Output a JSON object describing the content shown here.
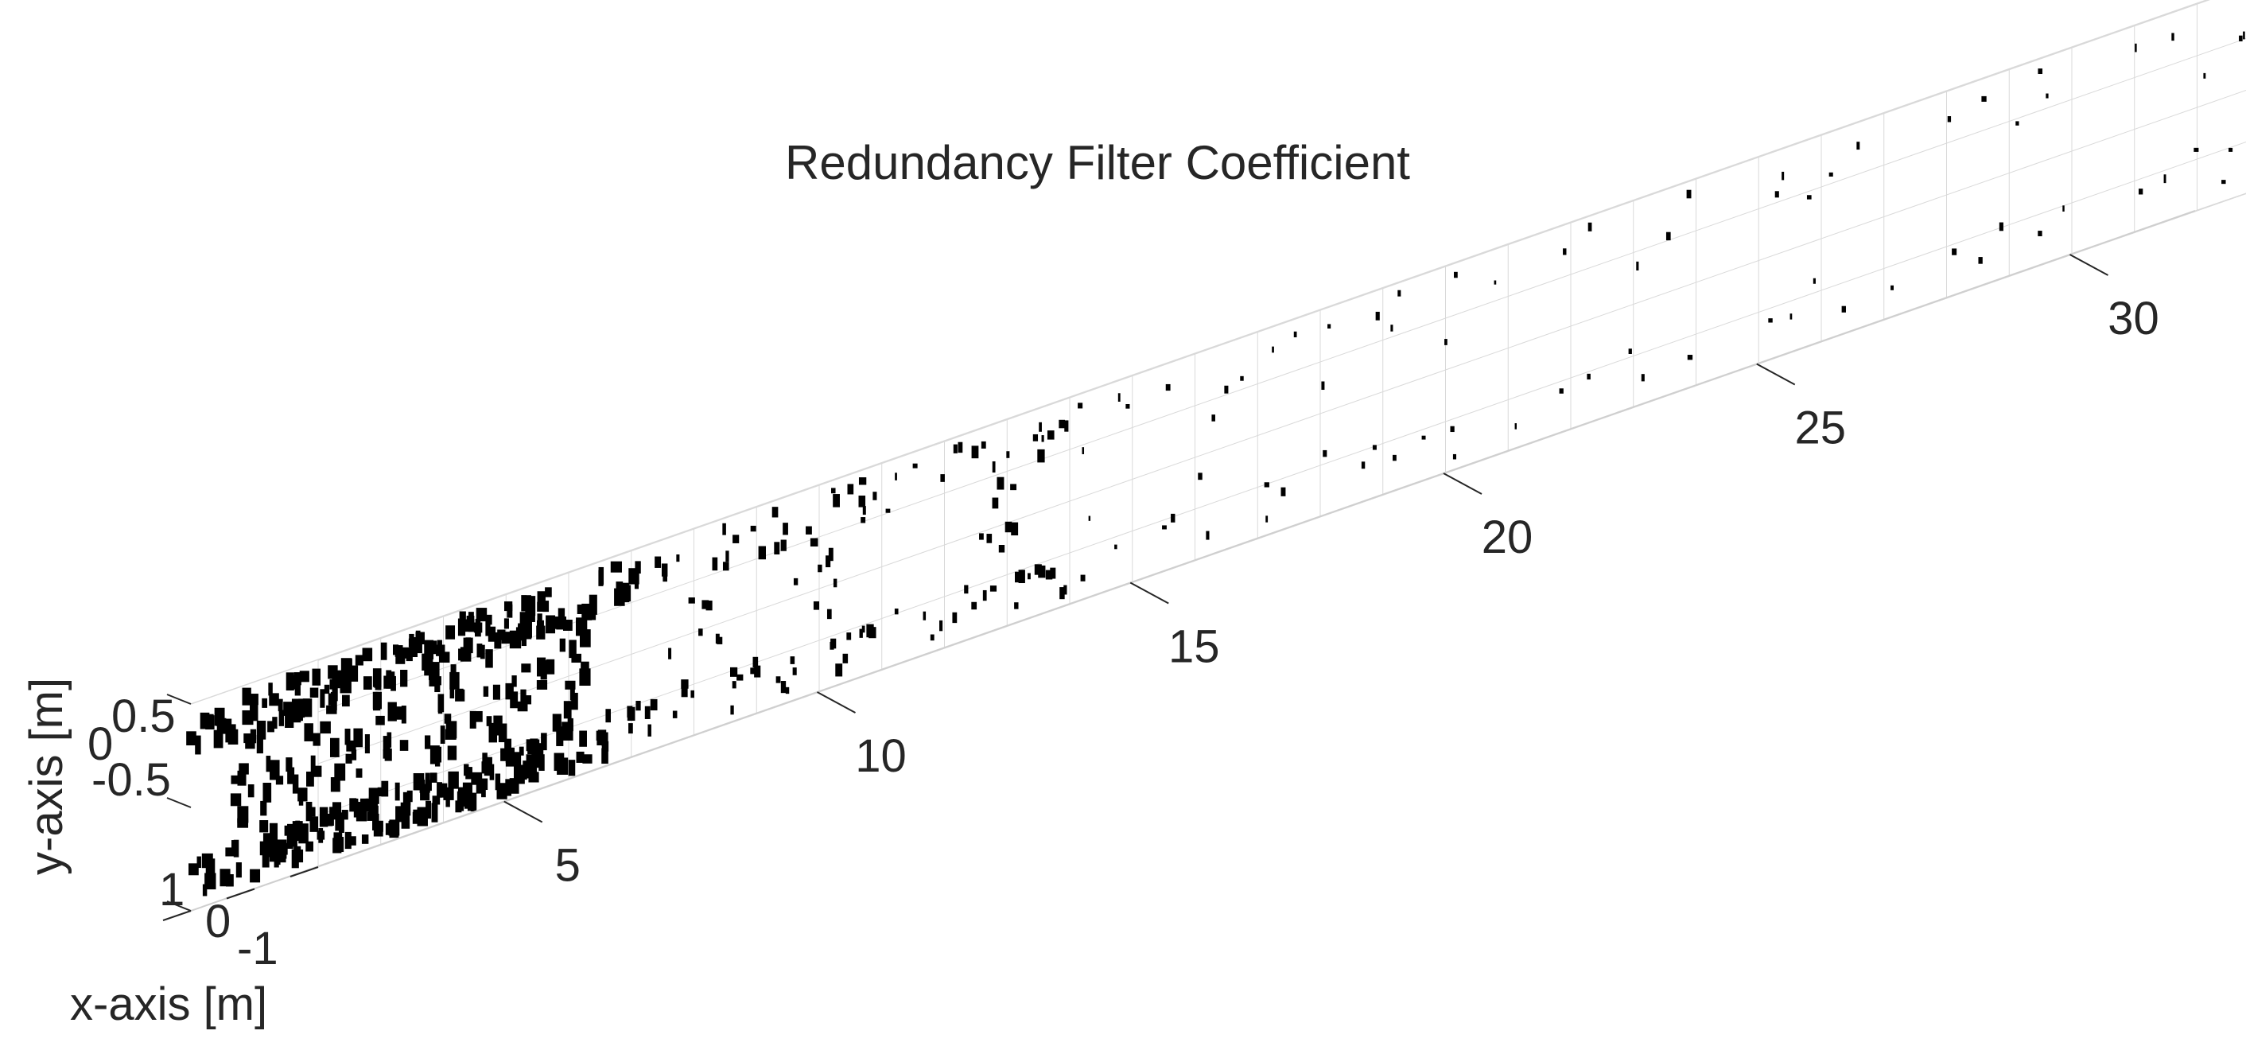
{
  "chart_data": {
    "type": "scatter",
    "title": "Redundancy Filter Coefficient",
    "xlabel": "x-axis [m]",
    "ylabel": "y-axis [m]",
    "zlabel": "",
    "x_ticks": [
      "-1",
      "0",
      "1"
    ],
    "y_ticks": [
      "-0.5",
      "0",
      "0.5"
    ],
    "z_ticks": [
      "5",
      "10",
      "15",
      "20",
      "25",
      "30"
    ],
    "xlim": [
      -1,
      1
    ],
    "ylim": [
      -0.5,
      0.5
    ],
    "zlim": [
      0,
      32
    ],
    "grid": true,
    "marker_color": "#000000",
    "grid_color": "#d9d9d9",
    "slices": [
      {
        "z": 0,
        "density": "dense"
      },
      {
        "z": 1,
        "density": "dense"
      },
      {
        "z": 2,
        "density": "dense"
      },
      {
        "z": 3,
        "density": "dense"
      },
      {
        "z": 4,
        "density": "dense"
      },
      {
        "z": 5,
        "density": "dense"
      },
      {
        "z": 7,
        "density": "medium"
      },
      {
        "z": 9,
        "density": "medium"
      },
      {
        "z": 10,
        "density": "sparse"
      },
      {
        "z": 12,
        "density": "medium"
      },
      {
        "z": 13,
        "density": "sparse"
      },
      {
        "z": 15,
        "density": "sparse"
      },
      {
        "z": 17,
        "density": "sparse"
      },
      {
        "z": 19,
        "density": "sparse"
      },
      {
        "z": 22,
        "density": "sparse"
      },
      {
        "z": 25,
        "density": "sparse"
      },
      {
        "z": 28,
        "density": "sparse"
      },
      {
        "z": 31,
        "density": "sparse"
      }
    ]
  }
}
